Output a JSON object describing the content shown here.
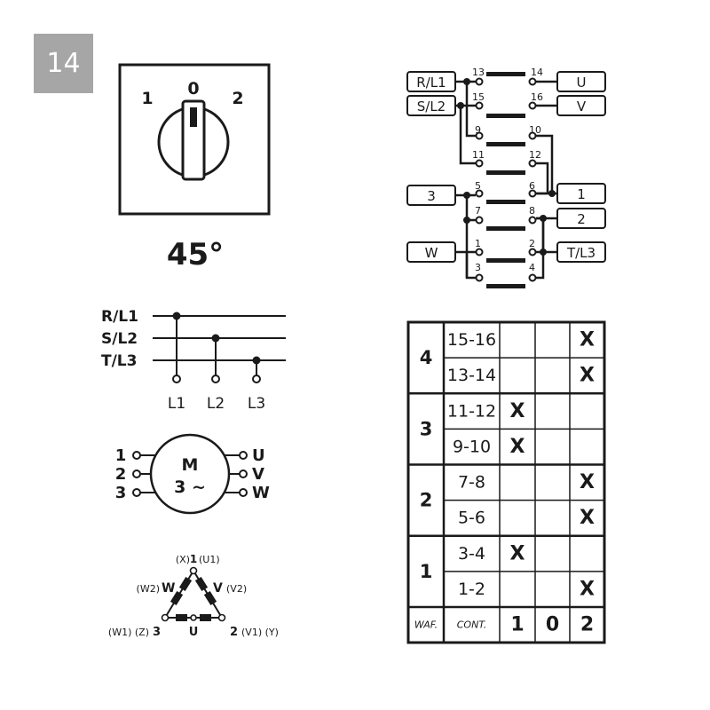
{
  "badge": "14",
  "switch": {
    "positions": [
      "1",
      "0",
      "2"
    ],
    "angle": "45°"
  },
  "wiring": {
    "inputs": [
      "R/L1",
      "S/L2",
      "3",
      "W"
    ],
    "outputs": [
      "U",
      "V",
      "1",
      "2",
      "T/L3"
    ],
    "contacts": [
      "13",
      "14",
      "15",
      "16",
      "9",
      "10",
      "11",
      "12",
      "5",
      "6",
      "7",
      "8",
      "1",
      "2",
      "3",
      "4"
    ]
  },
  "supply": {
    "lines": [
      "R/L1",
      "S/L2",
      "T/L3"
    ],
    "taps": [
      "L1",
      "L2",
      "L3"
    ]
  },
  "motor": {
    "center_top": "M",
    "center_bottom": "3 ~",
    "left": [
      "1",
      "2",
      "3"
    ],
    "right": [
      "U",
      "V",
      "W"
    ]
  },
  "delta": {
    "top_left": "(X)",
    "top_num": "1",
    "top_right": "(U1)",
    "left_paren": "(W2)",
    "left_letter": "W",
    "right_letter": "V",
    "right_paren": "(V2)",
    "bottom_left_paren": "(W1) (Z)",
    "bottom_left_num": "3",
    "bottom_mid": "U",
    "bottom_right_num": "2",
    "bottom_right_paren": "(V1) (Y)"
  },
  "table": {
    "waf_label": "WAF.",
    "cont_label": "CONT.",
    "positions": [
      "1",
      "0",
      "2"
    ],
    "mark": "X",
    "groups": [
      {
        "waf": "4",
        "rows": [
          {
            "cont": "15-16",
            "marks": [
              "",
              "",
              "X"
            ]
          },
          {
            "cont": "13-14",
            "marks": [
              "",
              "",
              "X"
            ]
          }
        ]
      },
      {
        "waf": "3",
        "rows": [
          {
            "cont": "11-12",
            "marks": [
              "X",
              "",
              ""
            ]
          },
          {
            "cont": "9-10",
            "marks": [
              "X",
              "",
              ""
            ]
          }
        ]
      },
      {
        "waf": "2",
        "rows": [
          {
            "cont": "7-8",
            "marks": [
              "",
              "",
              "X"
            ]
          },
          {
            "cont": "5-6",
            "marks": [
              "",
              "",
              "X"
            ]
          }
        ]
      },
      {
        "waf": "1",
        "rows": [
          {
            "cont": "3-4",
            "marks": [
              "X",
              "",
              ""
            ]
          },
          {
            "cont": "1-2",
            "marks": [
              "",
              "",
              "X"
            ]
          }
        ]
      }
    ]
  }
}
